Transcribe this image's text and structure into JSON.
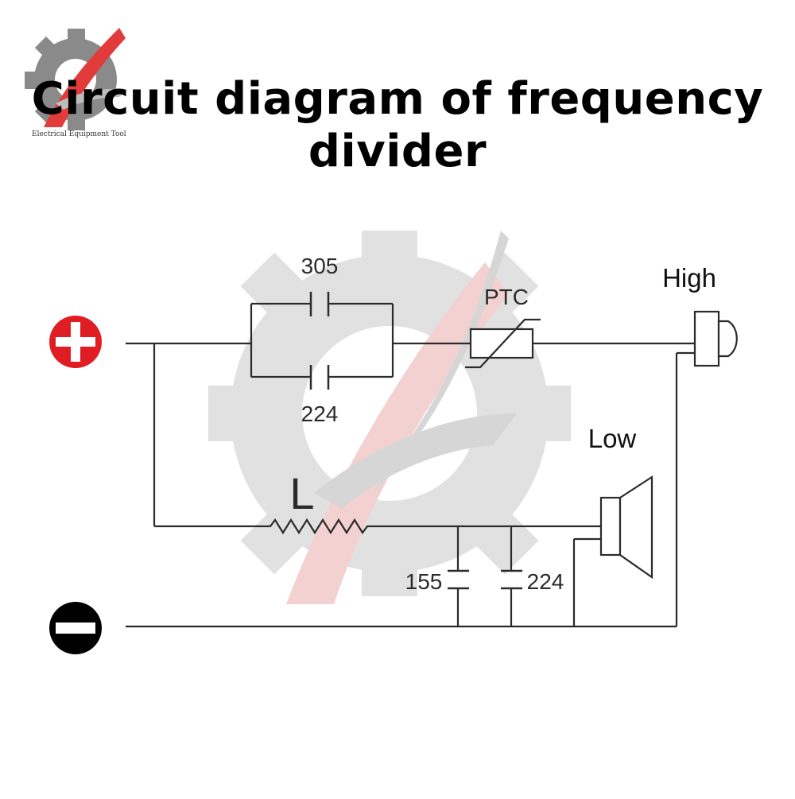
{
  "title": {
    "line1": "Circuit diagram of frequency",
    "line2": "divider"
  },
  "brand": {
    "name": "Electrical Equipment Tool",
    "logo_icon": "gear-swoosh-logo-icon"
  },
  "labels": {
    "cap_top": "305",
    "cap_bottom": "224",
    "ptc": "PTC",
    "high": "High",
    "low": "Low",
    "inductor": "L",
    "cap_shunt_left": "155",
    "cap_shunt_right": "224"
  },
  "terminals": {
    "positive_icon": "plus-circle-icon",
    "negative_icon": "minus-circle-icon",
    "positive_color": "#e11d24",
    "negative_color": "#000000"
  },
  "colors": {
    "wire": "#2b2b2b",
    "watermark_gray": "#d9d9d9",
    "watermark_red": "#f2c5c5"
  }
}
